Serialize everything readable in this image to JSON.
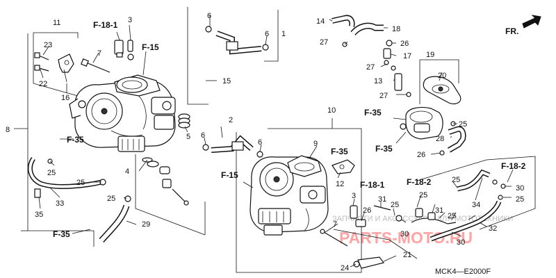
{
  "labels": {
    "n1": "1",
    "n2": "2",
    "n3a": "3",
    "n3b": "3",
    "n4": "4",
    "n5": "5",
    "n6a": "6",
    "n6b": "6",
    "n6c": "6",
    "n6d": "6",
    "n7a": "7",
    "n7b": "7",
    "n8": "8",
    "n9": "9",
    "n10": "10",
    "n11": "11",
    "n12": "12",
    "n13": "13",
    "n14": "14",
    "n15": "15",
    "n16": "16",
    "n17": "17",
    "n18": "18",
    "n19": "19",
    "n20": "20",
    "n21": "21",
    "n22": "22",
    "n23": "23",
    "n24": "24",
    "n25a": "25",
    "n25b": "25",
    "n25c": "25",
    "n25d": "25",
    "n25e": "25",
    "n25f": "25",
    "n25g": "25",
    "n25h": "25",
    "n25i": "25",
    "n26a": "26",
    "n26b": "26",
    "n27a": "27",
    "n27b": "27",
    "n27c": "27",
    "n28": "28",
    "n29": "29",
    "n30a": "30",
    "n30b": "30",
    "n30c": "30",
    "n31a": "31",
    "n31b": "31",
    "n32": "32",
    "n33": "33",
    "n34": "34",
    "n35": "35"
  },
  "refs": {
    "r1": "F-18-1",
    "r2": "F-15",
    "r3": "F-35",
    "r4": "F-15",
    "r5": "F-35",
    "r6": "F-35",
    "r7": "F-35",
    "r8": "F-18-1",
    "r9": "F-18-2",
    "r10": "F-18-2",
    "r11": "F-35"
  },
  "direction": "FR.",
  "model_code": "MCK4—E2000F",
  "watermark_line": "ЗАПЧАСТИ И АКСЕССУАРЫ ДЛЯ МОТОТЕХНИКИ",
  "watermark_site": "PARTS-MOTO.RU",
  "colors": {
    "line": "#111111",
    "watermark_red": "#ff4a4a"
  }
}
